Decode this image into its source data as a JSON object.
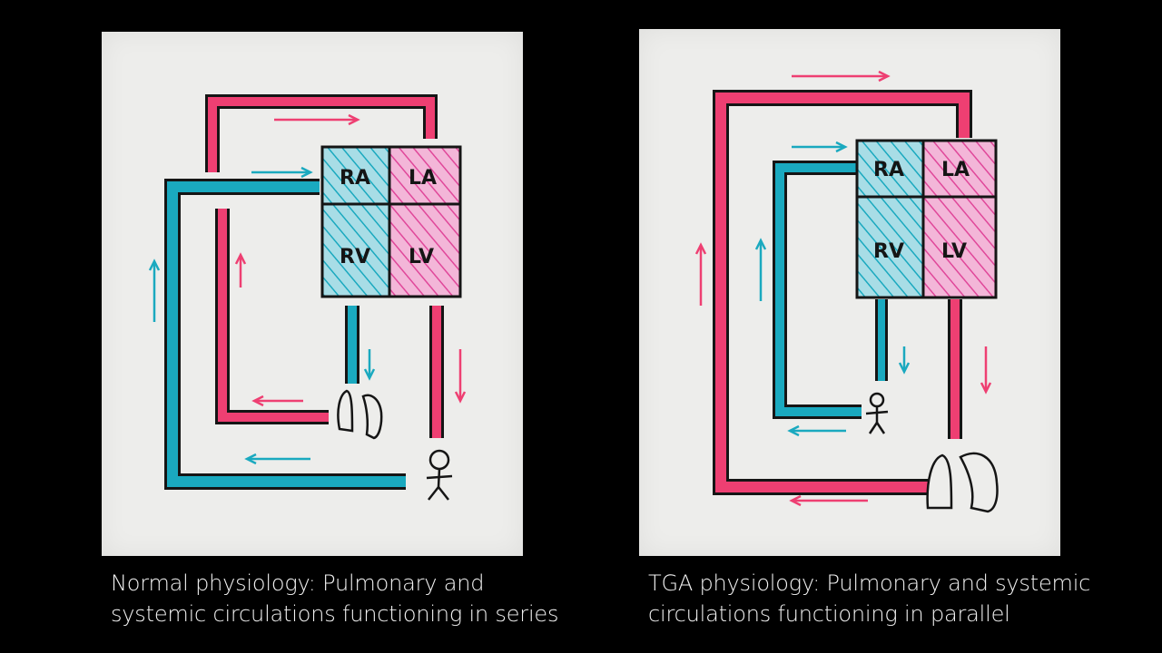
{
  "colors": {
    "background": "#000000",
    "paper": "#ededeb",
    "systemic_red": "#ee3f72",
    "pulmonary_blue": "#1aa9bf",
    "ink": "#151515"
  },
  "panels": [
    {
      "id": "normal",
      "chambers": {
        "ra": "RA",
        "la": "LA",
        "rv": "RV",
        "lv": "LV"
      },
      "caption_line1": "Normal physiology: Pulmonary and",
      "caption_line2": "systemic circulations functioning in series"
    },
    {
      "id": "tga",
      "chambers": {
        "ra": "RA",
        "la": "LA",
        "rv": "RV",
        "lv": "LV"
      },
      "caption_line1": "TGA physiology: Pulmonary and systemic",
      "caption_line2": "circulations functioning in parallel"
    }
  ]
}
